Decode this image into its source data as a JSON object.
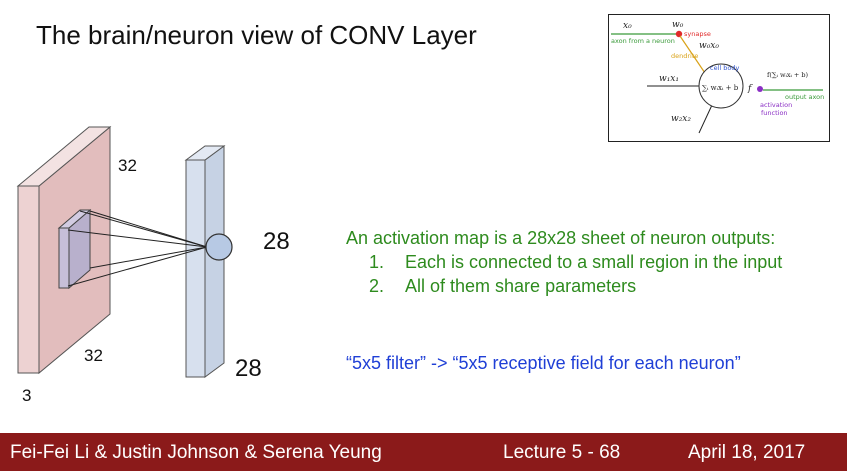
{
  "slide": {
    "title": "The brain/neuron view of CONV Layer"
  },
  "volume": {
    "height_label": "32",
    "width_label": "32",
    "depth_label": "3",
    "fill_color": "#edd2d2"
  },
  "activation_map": {
    "height_label": "28",
    "width_label": "28",
    "fill_color": "#d7e0ee"
  },
  "neuron_inset": {
    "x0": "x₀",
    "w0": "w₀",
    "synapse": "synapse",
    "axon_from_neuron": "axon from a neuron",
    "w0x0": "w₀x₀",
    "dendrite": "dendrite",
    "cell_body": "cell body",
    "w1x1": "w₁x₁",
    "sum_expr": "∑ᵢ wᵢxᵢ + b",
    "f_label": "f",
    "f_expr": "f(∑ᵢ wᵢxᵢ + b)",
    "output_axon": "output axon",
    "activation": "activation",
    "function": "function",
    "w2x2": "w₂x₂"
  },
  "description": {
    "intro": "An activation map is a 28x28 sheet of neuron outputs:",
    "items": [
      "Each is connected to a small region in the input",
      "All of them share parameters"
    ],
    "note": "“5x5 filter” -> “5x5 receptive field for each neuron”"
  },
  "footer": {
    "authors": "Fei-Fei Li & Justin Johnson & Serena Yeung",
    "lecture": "Lecture 5 - 68",
    "date": "April 18, 2017"
  }
}
